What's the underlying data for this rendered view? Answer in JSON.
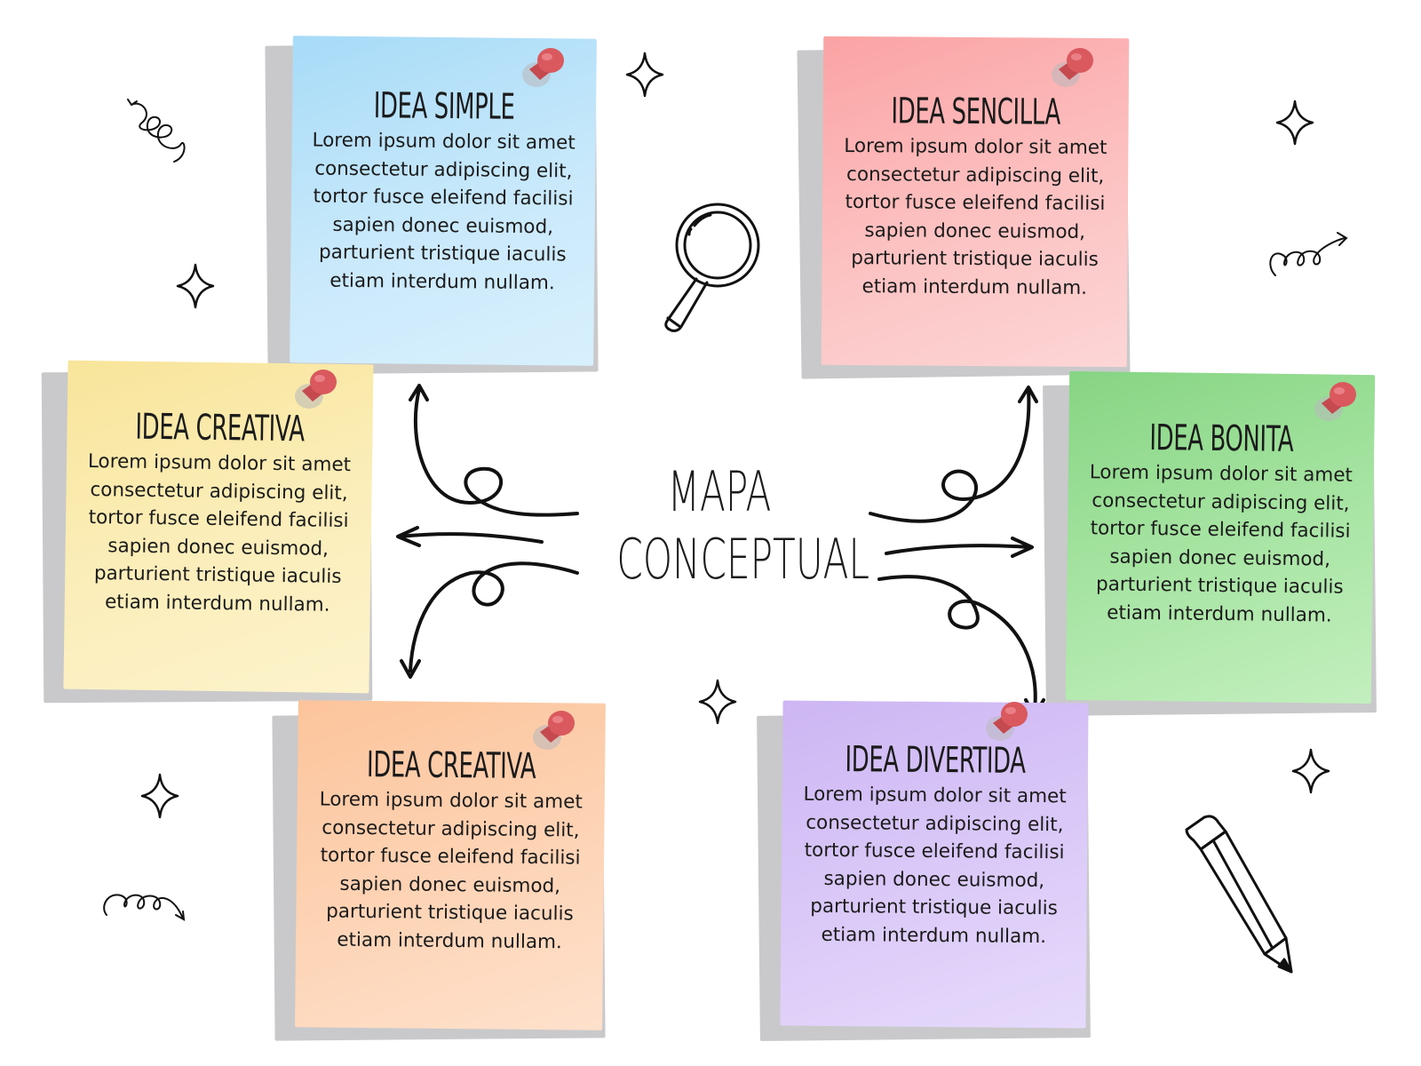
{
  "diagram": {
    "center_title": [
      "MAPA",
      "CONCEPTUAL"
    ],
    "notes": [
      {
        "id": "simple",
        "title": "IDEA SIMPLE",
        "body": "Lorem ipsum dolor sit amet consectetur adipiscing elit, tortor fusce eleifend facilisi sapien donec euismod, parturient tristique iaculis etiam interdum nullam.",
        "color_top": "#a9dcf7",
        "color_bottom": "#d4eefc"
      },
      {
        "id": "sencilla",
        "title": "IDEA SENCILLA",
        "body": "Lorem ipsum dolor sit amet consectetur adipiscing elit, tortor fusce eleifend facilisi sapien donec euismod, parturient tristique iaculis etiam interdum nullam.",
        "color_top": "#fba9aa",
        "color_bottom": "#fdd2d2"
      },
      {
        "id": "creativa-left",
        "title": "IDEA CREATIVA",
        "body": "Lorem ipsum dolor sit amet consectetur adipiscing elit, tortor fusce eleifend facilisi sapien donec euismod, parturient tristique iaculis etiam interdum nullam.",
        "color_top": "#f8e79c",
        "color_bottom": "#fdf3c8"
      },
      {
        "id": "bonita",
        "title": "IDEA BONITA",
        "body": "Lorem ipsum dolor sit amet consectetur adipiscing elit, tortor fusce eleifend facilisi sapien donec euismod, parturient tristique iaculis etiam interdum nullam.",
        "color_top": "#8bd886",
        "color_bottom": "#c2eebd"
      },
      {
        "id": "creativa-bottom",
        "title": "IDEA CREATIVA",
        "body": "Lorem ipsum dolor sit amet consectetur adipiscing elit, tortor fusce eleifend facilisi sapien donec euismod, parturient tristique iaculis etiam interdum nullam.",
        "color_top": "#fcc59c",
        "color_bottom": "#fee0cb"
      },
      {
        "id": "divertida",
        "title": "IDEA DIVERTIDA",
        "body": "Lorem ipsum dolor sit amet consectetur adipiscing elit, tortor fusce eleifend facilisi sapien donec euismod, parturient tristique iaculis etiam interdum nullam.",
        "color_top": "#cdb7f3",
        "color_bottom": "#e4d7fb"
      }
    ],
    "pin_color": "#d9595f",
    "ink_color": "#111111",
    "decorations": [
      "sparkle-icon",
      "magnifier-icon",
      "pencil-icon",
      "squiggle-icon",
      "curly-arrow-icon"
    ]
  }
}
